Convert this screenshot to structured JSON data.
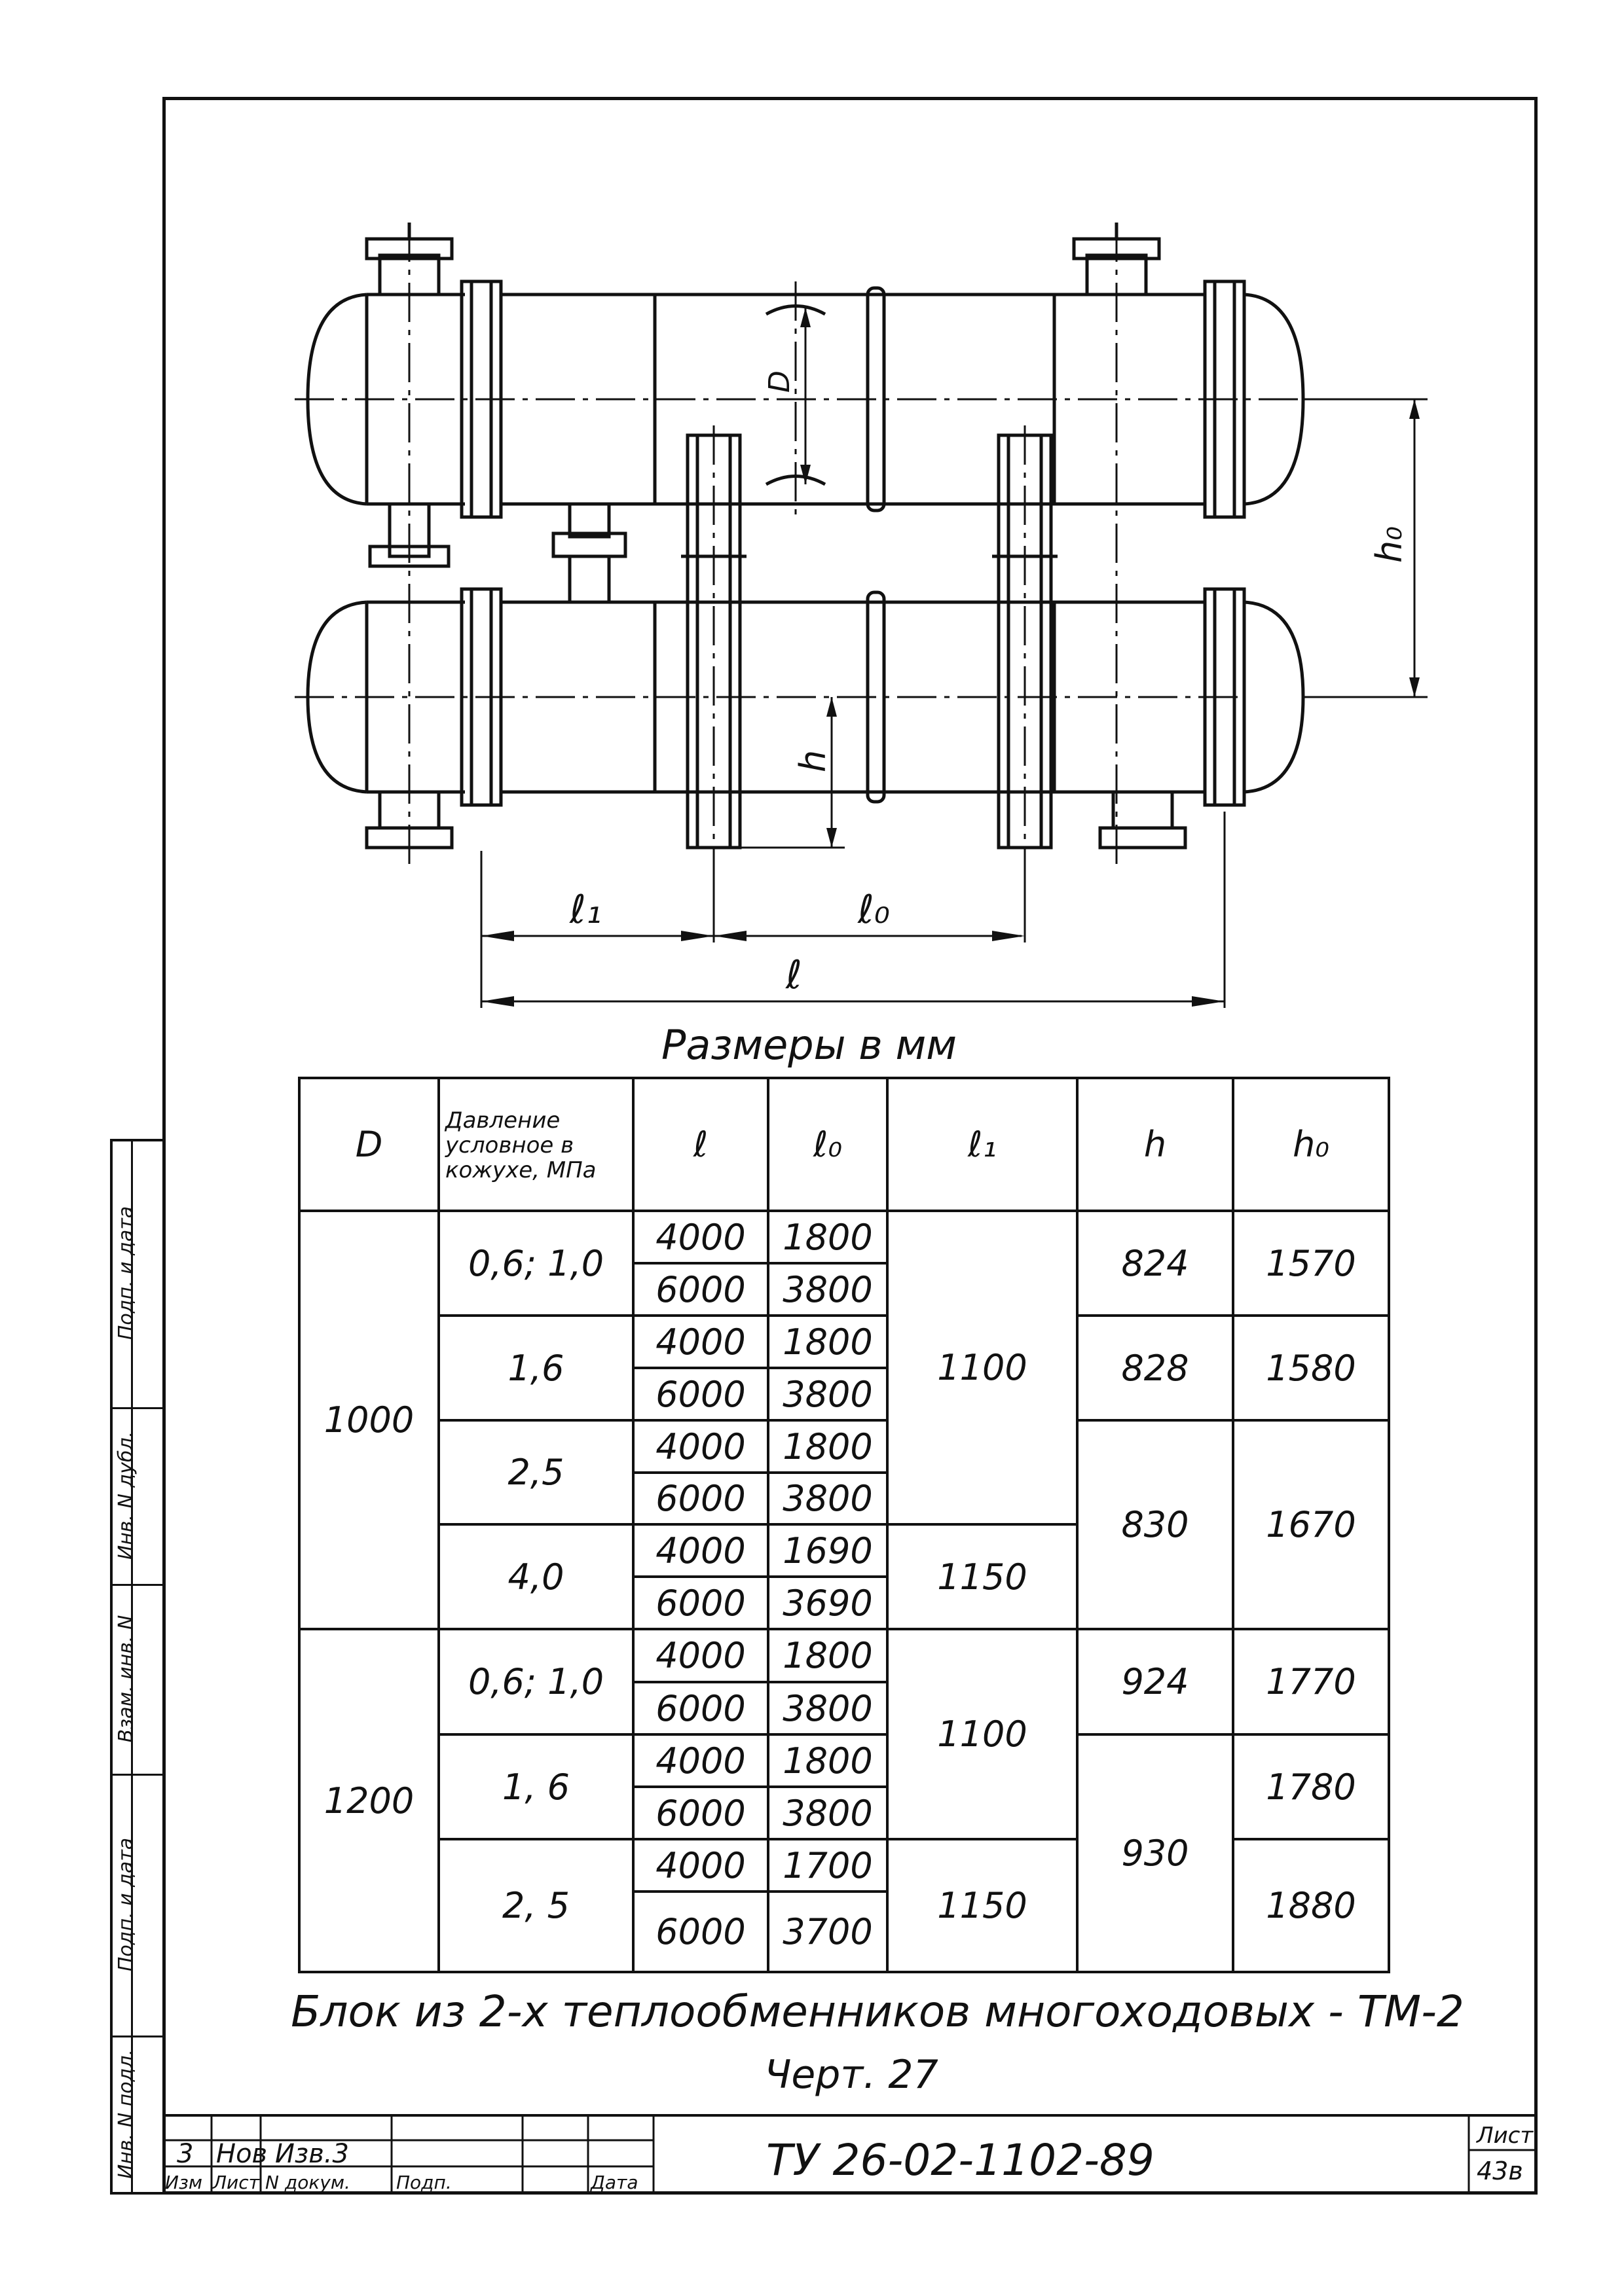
{
  "drawing": {
    "dim_D": "D",
    "dim_h0": "h₀",
    "dim_h": "h",
    "dim_l1": "ℓ₁",
    "dim_l0": "ℓ₀",
    "dim_l": "ℓ"
  },
  "table": {
    "caption": "Размеры в мм",
    "headers": {
      "D": "D",
      "pressure": "Давление условное в кожухе, МПа",
      "l": "ℓ",
      "l0": "ℓ₀",
      "l1": "ℓ₁",
      "h": "h",
      "h0": "h₀"
    },
    "groups": [
      {
        "D": "1000",
        "pressures": [
          {
            "p": "0,6; 1,0",
            "l": [
              "4000",
              "6000"
            ],
            "l0": [
              "1800",
              "3800"
            ]
          },
          {
            "p": "1,6",
            "l": [
              "4000",
              "6000"
            ],
            "l0": [
              "1800",
              "3800"
            ]
          },
          {
            "p": "2,5",
            "l": [
              "4000",
              "6000"
            ],
            "l0": [
              "1800",
              "3800"
            ]
          },
          {
            "p": "4,0",
            "l": [
              "4000",
              "6000"
            ],
            "l0": [
              "1690",
              "3690"
            ]
          }
        ],
        "l1": [
          "1100",
          "1150"
        ],
        "h": [
          "824",
          "828",
          "830"
        ],
        "h0": [
          "1570",
          "1580",
          "1670"
        ]
      },
      {
        "D": "1200",
        "pressures": [
          {
            "p": "0,6; 1,0",
            "l": [
              "4000",
              "6000"
            ],
            "l0": [
              "1800",
              "3800"
            ]
          },
          {
            "p": "1, 6",
            "l": [
              "4000",
              "6000"
            ],
            "l0": [
              "1800",
              "3800"
            ]
          },
          {
            "p": "2, 5",
            "l": [
              "4000",
              "6000"
            ],
            "l0": [
              "1700",
              "3700"
            ]
          }
        ],
        "l1": [
          "1100",
          "1150"
        ],
        "h": [
          "924",
          "930"
        ],
        "h0": [
          "1770",
          "1780",
          "1880"
        ]
      }
    ]
  },
  "title": {
    "line1": "Блок из 2-х теплообменников многоходовых - ТМ-2",
    "line2": "Черт. 27"
  },
  "side_stamp": [
    "Инв. N подл.",
    "Подп. и дата",
    "Взам. инв. N",
    "Инв. N дубл.",
    "Подп. и дата"
  ],
  "title_block": {
    "rev_no": "3",
    "rev_type": "Нов",
    "rev_doc": "Изв.3",
    "col_labels": [
      "Изм",
      "Лист",
      "N докум.",
      "Подп.",
      "Дата"
    ],
    "doc_code": "ТУ 26-02-1102-89",
    "sheet_label": "Лист",
    "sheet_no": "43в"
  }
}
